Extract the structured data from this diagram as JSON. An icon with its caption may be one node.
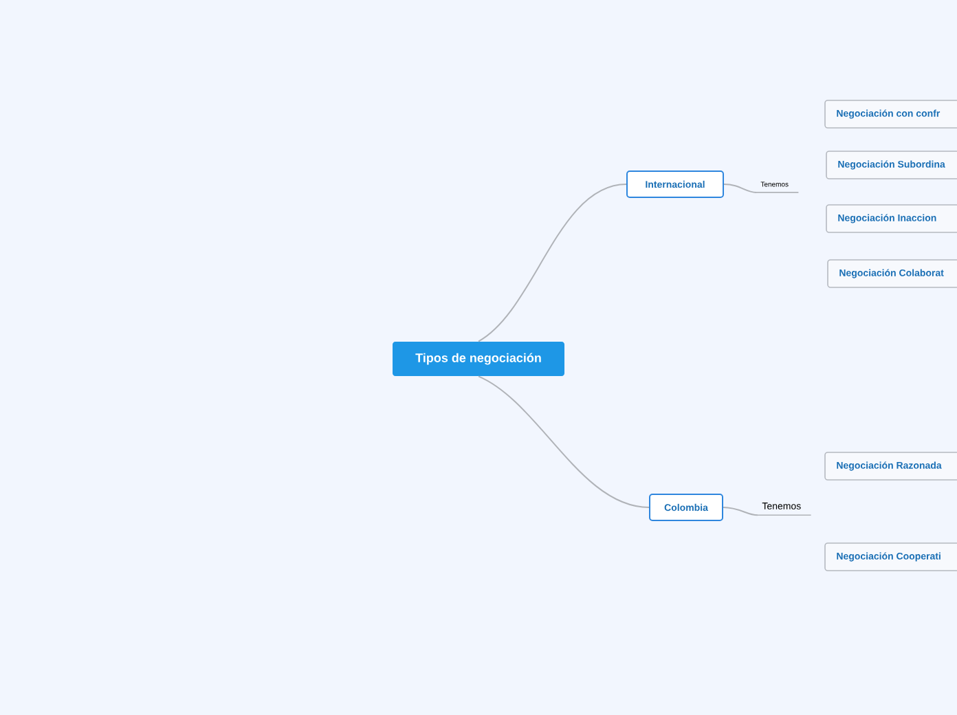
{
  "diagram": {
    "nodes": [
      {
        "text": [
          "Tipos de negociación"
        ]
      },
      {
        "text": [
          "Internacional"
        ]
      },
      {
        "text": [
          "Tenemos"
        ]
      },
      {
        "text": [
          "Negociación con confr"
        ]
      },
      {
        "text": [
          "Negociación Subordina"
        ]
      },
      {
        "text": [
          "Negociación Inaccion"
        ]
      },
      {
        "text": [
          "Negociación Colaborat"
        ]
      },
      {
        "text": [
          "Colombia"
        ]
      },
      {
        "text": [
          "Tenemos"
        ]
      },
      {
        "text": [
          "Negociación Razonada"
        ]
      },
      {
        "text": [
          "Negociación Cooperati"
        ]
      }
    ],
    "edges": [
      {
        "from": 0,
        "to": 1,
        "arrow": "none"
      },
      {
        "from": 1,
        "to": 2,
        "arrow": "none"
      },
      {
        "from": 0,
        "to": 7,
        "arrow": "none"
      },
      {
        "from": 7,
        "to": 8,
        "arrow": "none"
      }
    ]
  }
}
